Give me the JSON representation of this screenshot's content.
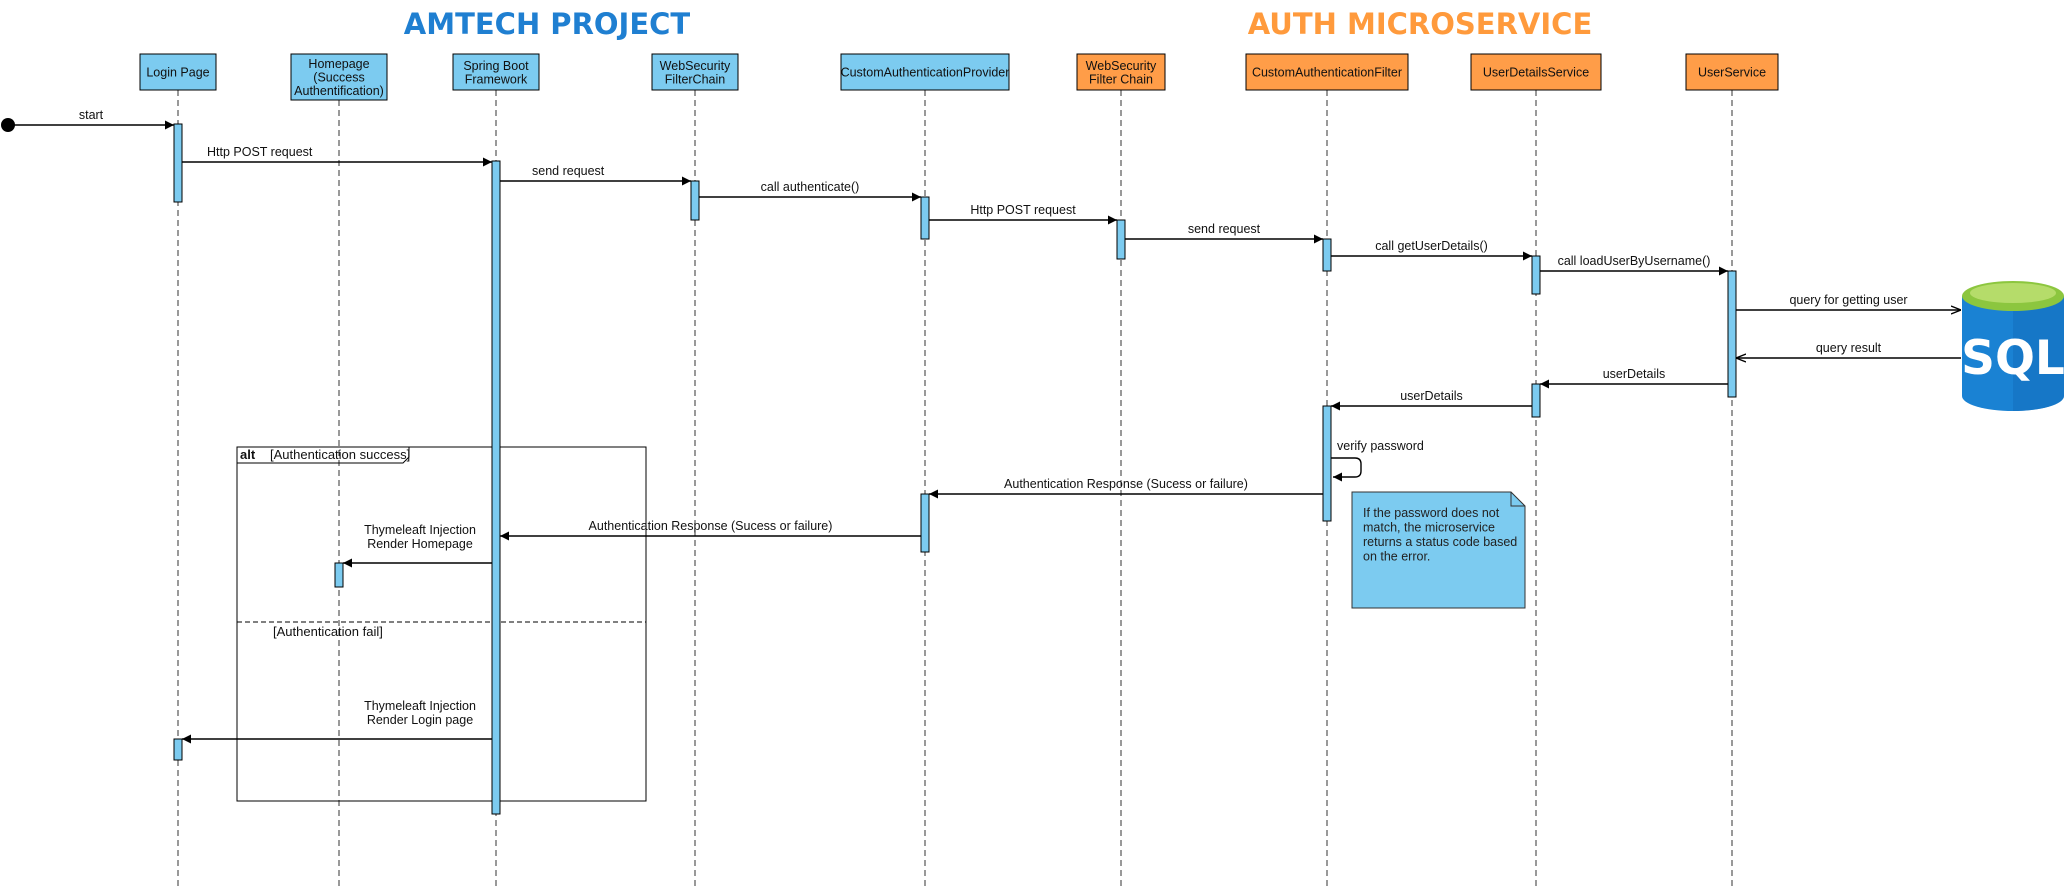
{
  "colors": {
    "project_blue": "#1f7fd1",
    "service_orange": "#ff9a3c",
    "box_blue": "#7ccbf0",
    "box_orange": "#ff9d48",
    "activation": "#7ccbf0",
    "db_blue": "#1a82d3",
    "db_green": "#8cc63f"
  },
  "groups": {
    "amtech": "AMTECH PROJECT",
    "auth": "AUTH MICROSERVICE"
  },
  "lifelines": [
    {
      "id": "login",
      "lines": [
        "Login Page"
      ],
      "color": "blue"
    },
    {
      "id": "home",
      "lines": [
        "Homepage",
        "(Success",
        "Authentification)"
      ],
      "color": "blue"
    },
    {
      "id": "spring",
      "lines": [
        "Spring Boot",
        "Framework"
      ],
      "color": "blue"
    },
    {
      "id": "websec1",
      "lines": [
        "WebSecurity",
        "FilterChain"
      ],
      "color": "blue"
    },
    {
      "id": "cap",
      "lines": [
        "CustomAuthenticationProvider"
      ],
      "color": "blue"
    },
    {
      "id": "websec2",
      "lines": [
        "WebSecurity",
        "Filter Chain"
      ],
      "color": "orange"
    },
    {
      "id": "caf",
      "lines": [
        "CustomAuthenticationFilter"
      ],
      "color": "orange"
    },
    {
      "id": "uds",
      "lines": [
        "UserDetailsService"
      ],
      "color": "orange"
    },
    {
      "id": "us",
      "lines": [
        "UserService"
      ],
      "color": "orange"
    }
  ],
  "messages": [
    {
      "from": "start",
      "to": "login",
      "label": "start"
    },
    {
      "from": "login",
      "to": "spring",
      "label": "Http POST request"
    },
    {
      "from": "spring",
      "to": "websec1",
      "label": "send request"
    },
    {
      "from": "websec1",
      "to": "cap",
      "label": "call authenticate()"
    },
    {
      "from": "cap",
      "to": "websec2",
      "label": "Http POST request"
    },
    {
      "from": "websec2",
      "to": "caf",
      "label": "send request"
    },
    {
      "from": "caf",
      "to": "uds",
      "label": "call getUserDetails()"
    },
    {
      "from": "uds",
      "to": "us",
      "label": "call loadUserByUsername()"
    },
    {
      "from": "us",
      "to": "db",
      "label": "query for getting user"
    },
    {
      "from": "db",
      "to": "us",
      "label": "query result"
    },
    {
      "from": "us",
      "to": "uds",
      "label": "userDetails"
    },
    {
      "from": "uds",
      "to": "caf",
      "label": "userDetails"
    },
    {
      "from": "caf",
      "to": "caf",
      "label": "verify password"
    },
    {
      "from": "caf",
      "to": "cap",
      "label": "Authentication Response (Sucess or failure)"
    },
    {
      "from": "cap",
      "to": "spring",
      "label": "Authentication Response (Sucess or failure)"
    },
    {
      "from": "spring",
      "to": "home",
      "label": [
        "Thymeleaft Injection",
        "Render Homepage"
      ]
    },
    {
      "from": "spring",
      "to": "login",
      "label": [
        "Thymeleaft Injection",
        "Render Login page"
      ]
    }
  ],
  "alt_frame": {
    "keyword": "alt",
    "guard1": "[Authentication success]",
    "guard2": "[Authentication fail]"
  },
  "note": {
    "lines": [
      "If the password does not",
      "match, the microservice",
      "returns a status code based",
      "on the error."
    ]
  },
  "database": {
    "label": "SQL"
  }
}
